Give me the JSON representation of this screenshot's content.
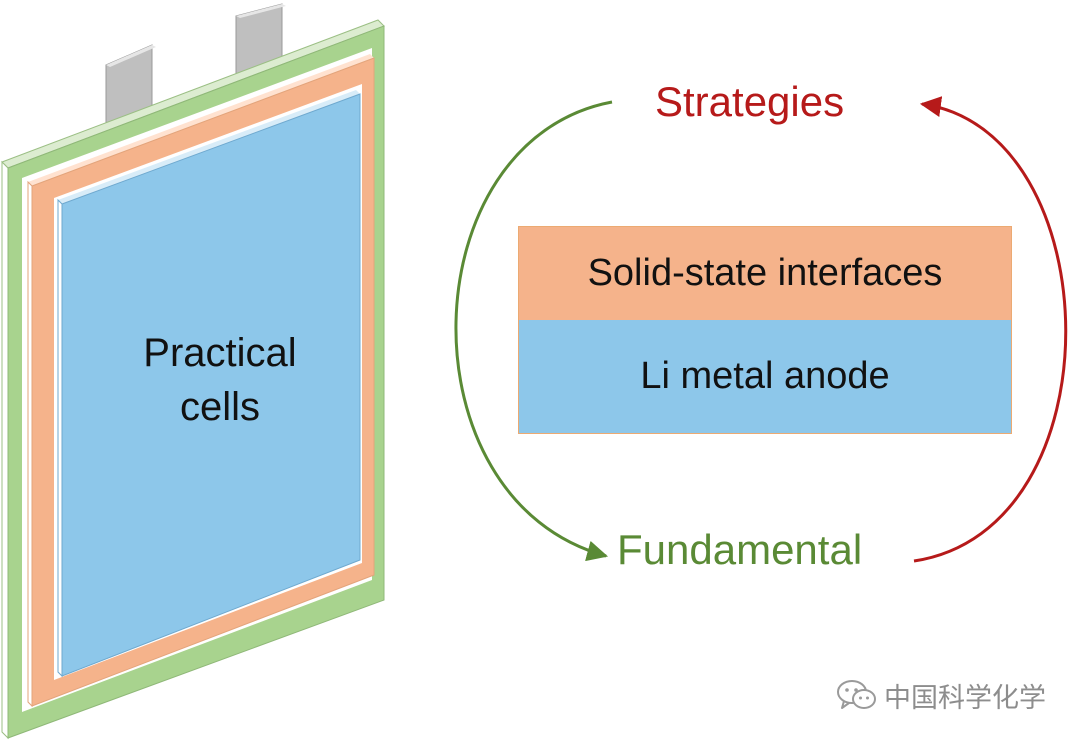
{
  "cell": {
    "label_line1": "Practical",
    "label_line2": "cells"
  },
  "cycle": {
    "top_label": "Strategies",
    "bottom_label": "Fundamental"
  },
  "layers": {
    "top": "Solid-state interfaces",
    "bottom": "Li metal anode"
  },
  "watermark": {
    "text": "中国科学化学",
    "icon": "wechat-icon"
  },
  "colors": {
    "outer_frame": "#a8d38e",
    "middle_frame": "#f5b38b",
    "inner_panel": "#8dc7ea",
    "tabs": "#bfbfbf",
    "strategies": "#b61a1a",
    "fundamental": "#5a8a35"
  }
}
